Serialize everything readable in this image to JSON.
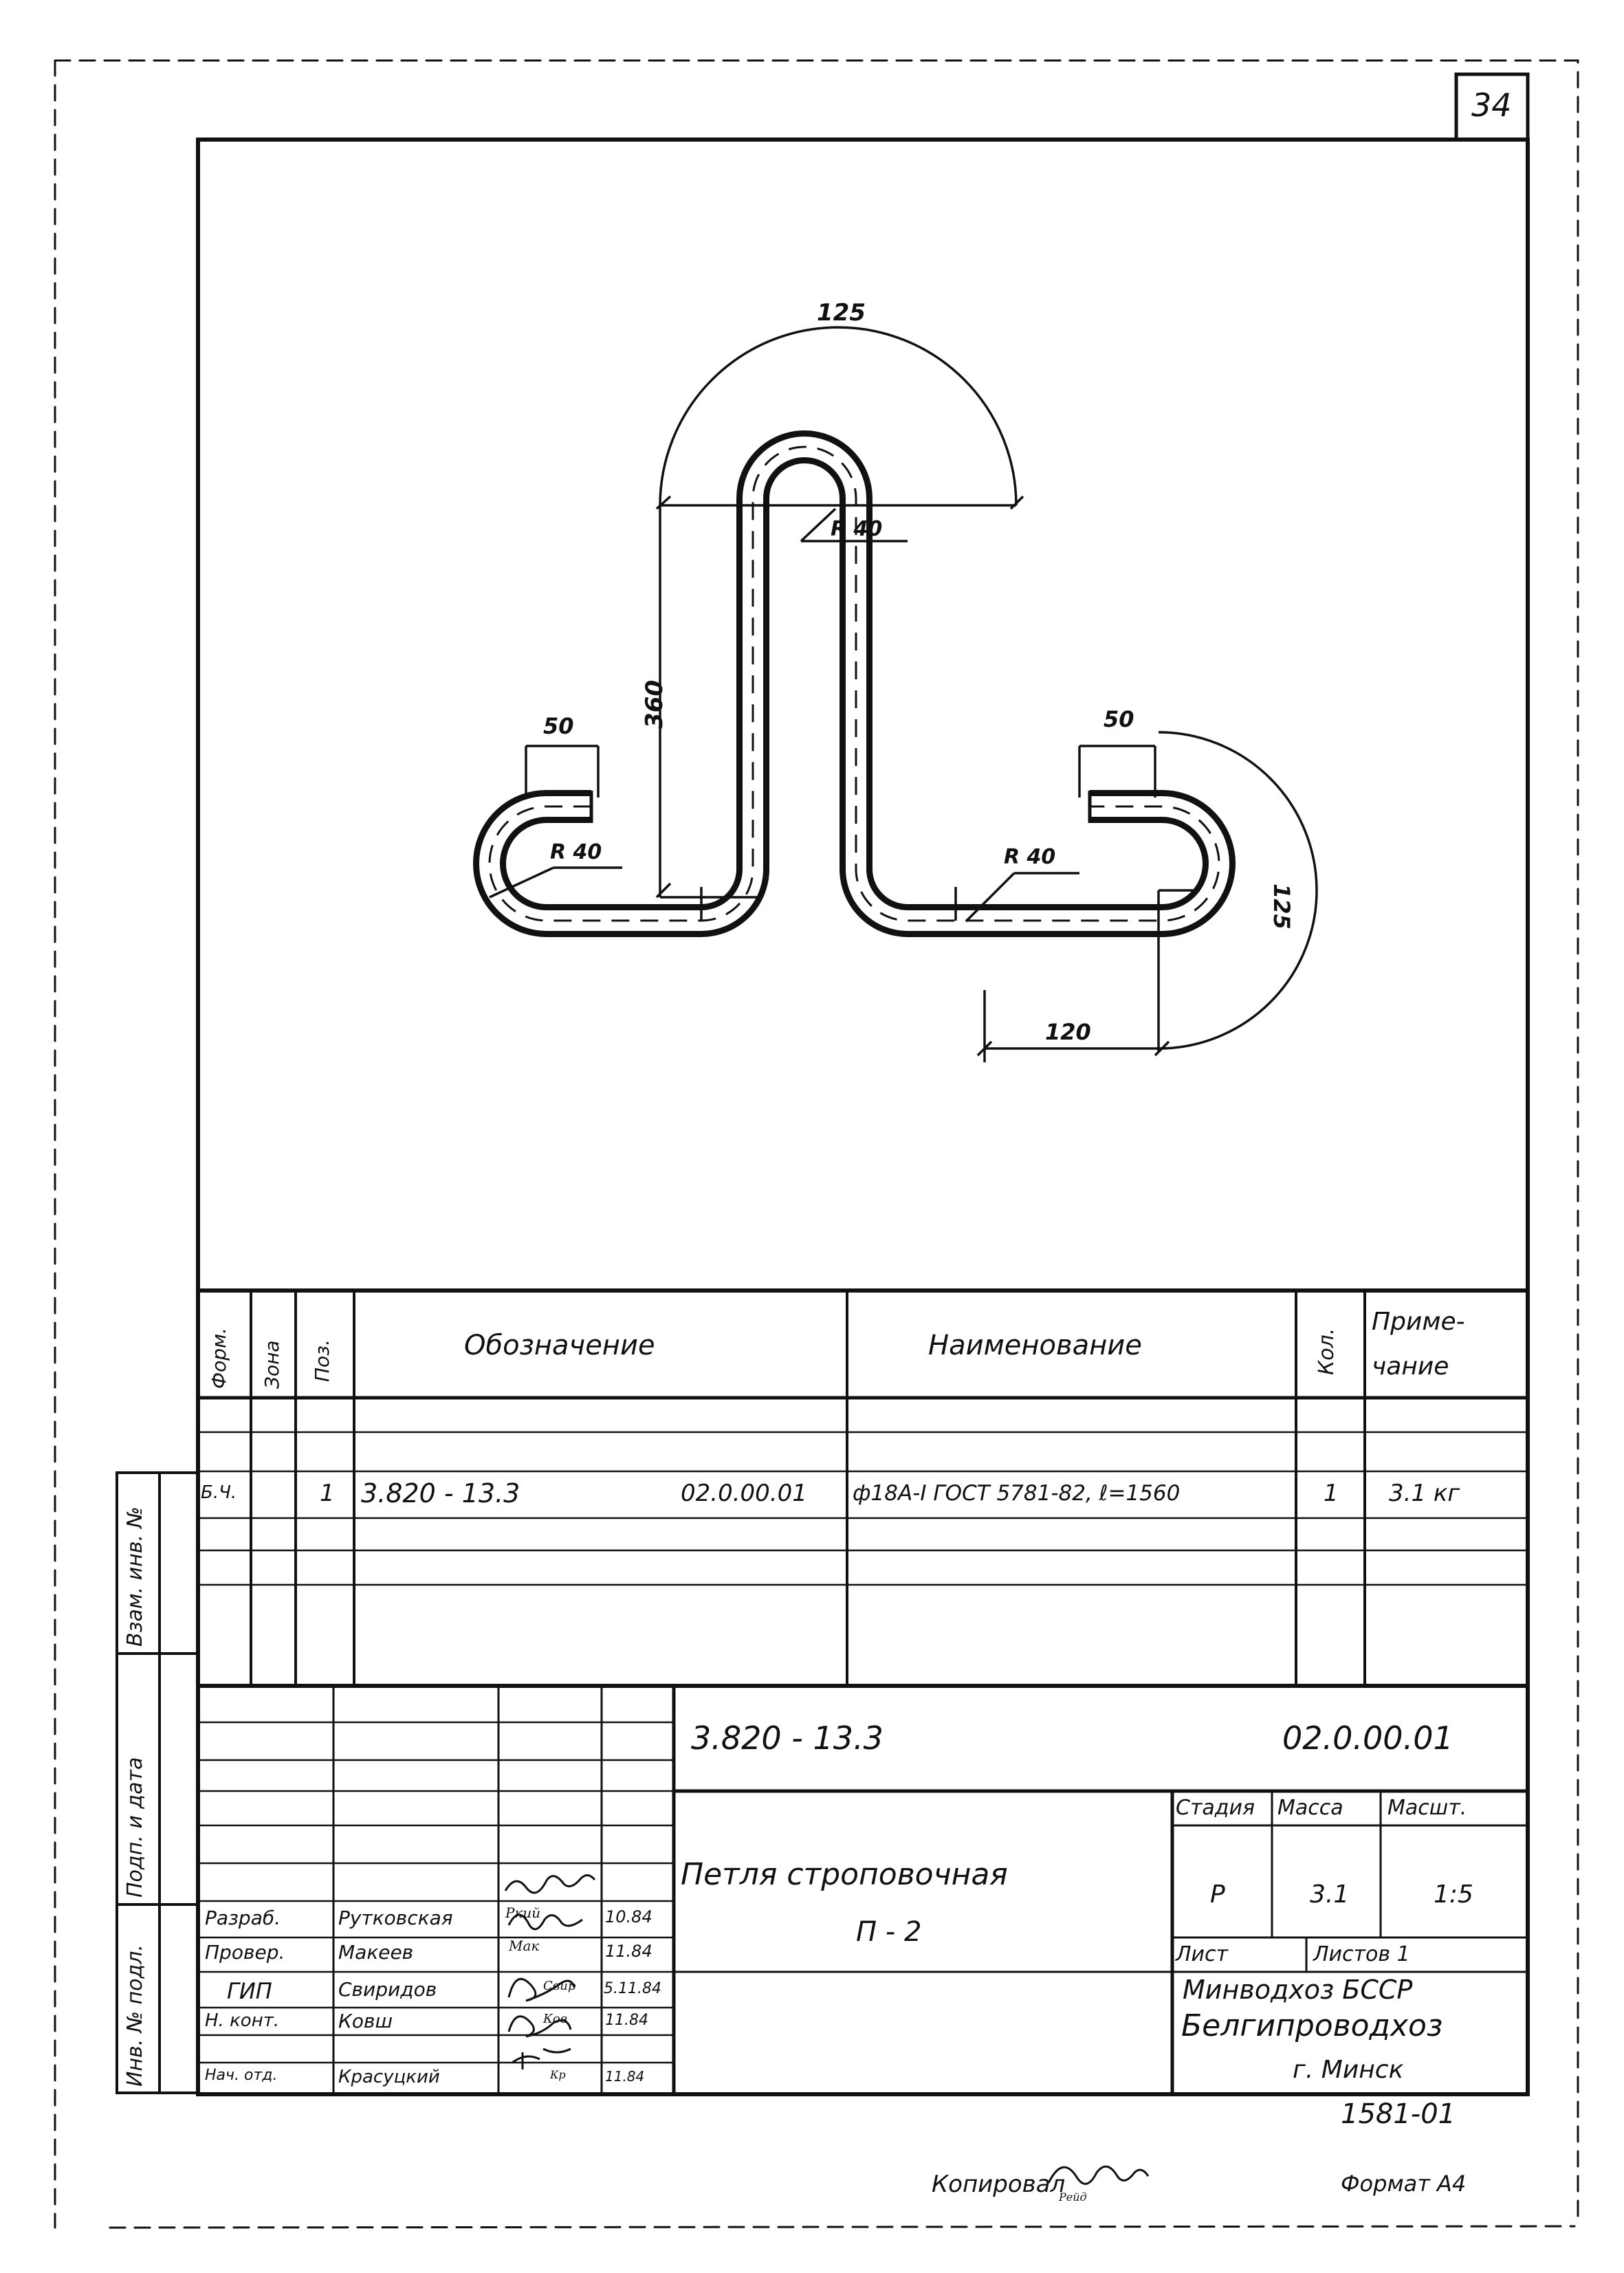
{
  "page_number": "34",
  "drawing": {
    "dims": {
      "top_arc": "125",
      "right_arc": "125",
      "height": "360",
      "left_tab": "50",
      "right_tab": "50",
      "bottom": "120",
      "radius_top": "R 40",
      "radius_left": "R 40",
      "radius_right": "R 40"
    }
  },
  "spec_table": {
    "headers": {
      "format": "Форм.",
      "zone": "Зона",
      "pos": "Поз.",
      "designation": "Обозначение",
      "name": "Наименование",
      "qty": "Кол.",
      "note_line1": "Приме-",
      "note_line2": "чание"
    },
    "row": {
      "format": "Б.Ч.",
      "pos": "1",
      "designation_left": "3.820 - 13.3",
      "designation_right": "02.0.00.01",
      "name": "ф18А-I ГОСТ 5781-82, ℓ=1560",
      "qty": "1",
      "note": "3.1 кг"
    }
  },
  "side_stamp": {
    "vzam": "Взам. инв. №",
    "podp": "Подп. и дата",
    "inv": "Инв. № подл."
  },
  "title_block": {
    "doc_code_left": "3.820 - 13.3",
    "doc_code_right": "02.0.00.01",
    "title_line1": "Петля строповочная",
    "title_line2": "П - 2",
    "stage_label": "Стадия",
    "mass_label": "Масса",
    "scale_label": "Масшт.",
    "stage": "Р",
    "mass": "3.1",
    "scale": "1:5",
    "sheet_label": "Лист",
    "sheets_label": "Листов 1",
    "org_line1": "Минводхоз БССР",
    "org_line2": "Белгипроводхоз",
    "org_line3": "г. Минск",
    "roles": [
      {
        "role": "Разраб.",
        "name": "Рутковская",
        "sign": "Ркий",
        "date": "10.84"
      },
      {
        "role": "Провер.",
        "name": "Макеев",
        "sign": "Мак",
        "date": "11.84"
      },
      {
        "role": "ГИП",
        "name": "Свиридов",
        "sign": "Свир",
        "date": "5.11.84"
      },
      {
        "role": "Н. конт.",
        "name": "Ковш",
        "sign": "Ков",
        "date": "11.84"
      },
      {
        "role": "Нач. отд.",
        "name": "Красуцкий",
        "sign": "Кр",
        "date": "11.84"
      }
    ]
  },
  "bottom_code": "1581-01",
  "copied_by": "Копировал",
  "copied_sign": "Рейд",
  "format": "Формат А4"
}
